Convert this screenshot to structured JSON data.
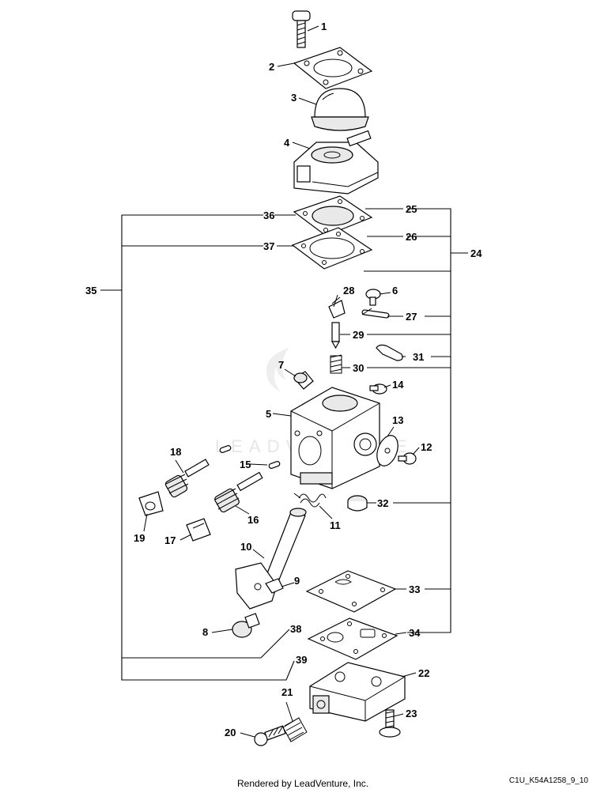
{
  "diagram": {
    "watermark_text": "LEADVENTURE",
    "callouts": [
      {
        "id": "1",
        "label": "1"
      },
      {
        "id": "2",
        "label": "2"
      },
      {
        "id": "3",
        "label": "3"
      },
      {
        "id": "4",
        "label": "4"
      },
      {
        "id": "5",
        "label": "5"
      },
      {
        "id": "6",
        "label": "6"
      },
      {
        "id": "7",
        "label": "7"
      },
      {
        "id": "8",
        "label": "8"
      },
      {
        "id": "9",
        "label": "9"
      },
      {
        "id": "10",
        "label": "10"
      },
      {
        "id": "11",
        "label": "11"
      },
      {
        "id": "12",
        "label": "12"
      },
      {
        "id": "13",
        "label": "13"
      },
      {
        "id": "14",
        "label": "14"
      },
      {
        "id": "15",
        "label": "15"
      },
      {
        "id": "16",
        "label": "16"
      },
      {
        "id": "17",
        "label": "17"
      },
      {
        "id": "18",
        "label": "18"
      },
      {
        "id": "19",
        "label": "19"
      },
      {
        "id": "20",
        "label": "20"
      },
      {
        "id": "21",
        "label": "21"
      },
      {
        "id": "22",
        "label": "22"
      },
      {
        "id": "23",
        "label": "23"
      },
      {
        "id": "24",
        "label": "24"
      },
      {
        "id": "25",
        "label": "25"
      },
      {
        "id": "26",
        "label": "26"
      },
      {
        "id": "27",
        "label": "27"
      },
      {
        "id": "28",
        "label": "28"
      },
      {
        "id": "29",
        "label": "29"
      },
      {
        "id": "30",
        "label": "30"
      },
      {
        "id": "31",
        "label": "31"
      },
      {
        "id": "32",
        "label": "32"
      },
      {
        "id": "33",
        "label": "33"
      },
      {
        "id": "34",
        "label": "34"
      },
      {
        "id": "35",
        "label": "35"
      },
      {
        "id": "36",
        "label": "36"
      },
      {
        "id": "37",
        "label": "37"
      },
      {
        "id": "38",
        "label": "38"
      },
      {
        "id": "39",
        "label": "39"
      }
    ]
  },
  "footer": {
    "credit": "Rendered by LeadVenture, Inc.",
    "code": "C1U_K54A1258_9_10"
  }
}
